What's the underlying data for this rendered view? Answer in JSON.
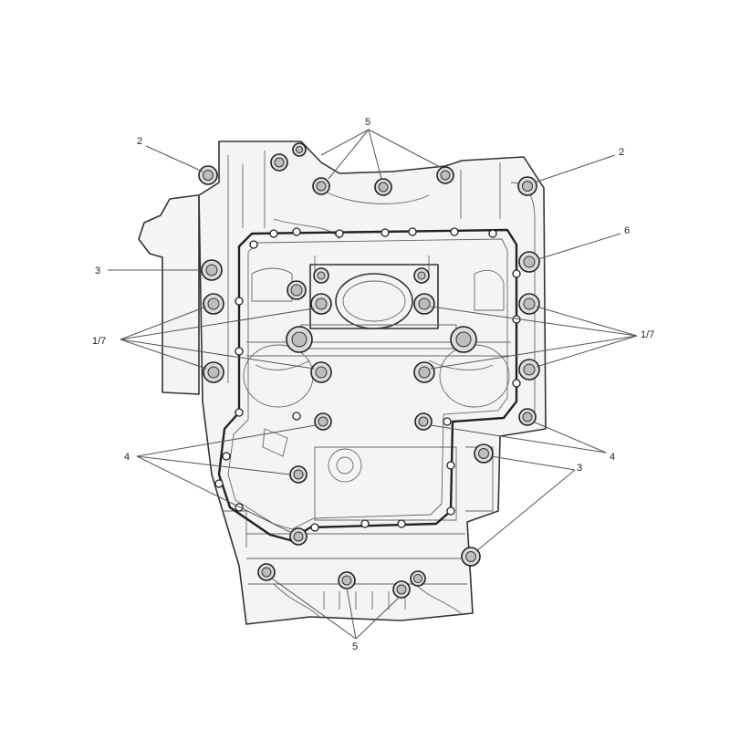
{
  "callouts": {
    "top_5": "5",
    "top_left_2": "2",
    "top_right_2": "2",
    "left_3": "3",
    "right_6": "6",
    "left_1_7": "1/7",
    "right_1_7": "1/7",
    "left_4": "4",
    "right_4": "4",
    "right_3": "3",
    "bottom_5": "5"
  },
  "colors": {
    "line": "#333333",
    "paper": "#ffffff",
    "metal": "#f4f4f4",
    "bolt": "#dcdcdc"
  }
}
